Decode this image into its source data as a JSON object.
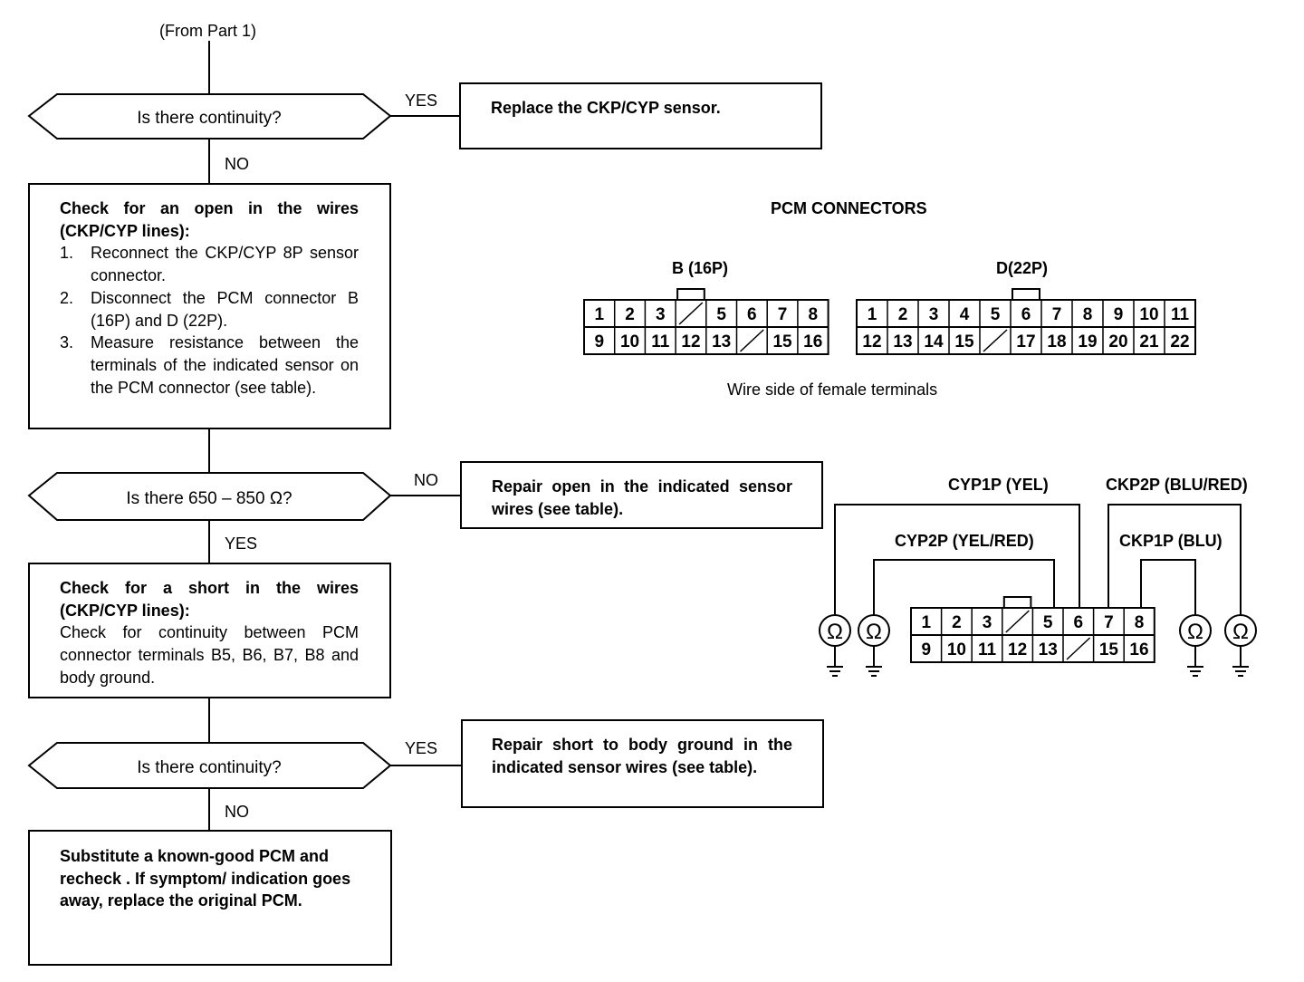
{
  "flow": {
    "from": "(From Part 1)",
    "q1": "Is there continuity?",
    "q1_yes": "YES",
    "q1_no": "NO",
    "r1": "Replace the CKP/CYP sensor.",
    "step1_title": "Check for an open in the wires (CKP/CYP lines):",
    "step1_items": [
      {
        "num": "1.",
        "text": "Reconnect the CKP/CYP 8P sensor connector."
      },
      {
        "num": "2.",
        "text": "Disconnect the PCM connector B (16P) and D (22P)."
      },
      {
        "num": "3.",
        "text": "Measure resistance between the terminals of the indicated sensor on the PCM connector (see table)."
      }
    ],
    "q2": "Is there 650 – 850 Ω?",
    "q2_no": "NO",
    "q2_yes": "YES",
    "r2": "Repair open in the indicated sensor wires (see table).",
    "step2_title": "Check for a short in the wires (CKP/CYP lines):",
    "step2_body": "Check for continuity between PCM connector terminals B5, B6, B7, B8 and body ground.",
    "q3": "Is there continuity?",
    "q3_yes": "YES",
    "q3_no": "NO",
    "r3": "Repair short to body ground in the indicated sensor wires (see table).",
    "final": "Substitute a known-good PCM and recheck . If symptom/ indication goes away, replace the original PCM."
  },
  "pcm": {
    "title": "PCM CONNECTORS",
    "b_label": "B (16P)",
    "d_label": "D(22P)",
    "caption": "Wire side of female terminals",
    "b_top": [
      "1",
      "2",
      "3",
      "",
      "5",
      "6",
      "7",
      "8"
    ],
    "b_bottom": [
      "9",
      "10",
      "11",
      "12",
      "13",
      "",
      "15",
      "16"
    ],
    "d_top": [
      "1",
      "2",
      "3",
      "4",
      "5",
      "6",
      "7",
      "8",
      "9",
      "10",
      "11"
    ],
    "d_bottom": [
      "12",
      "13",
      "14",
      "15",
      "",
      "17",
      "18",
      "19",
      "20",
      "21",
      "22"
    ]
  },
  "wiring": {
    "cyp1p": "CYP1P (YEL)",
    "ckp2p": "CKP2P (BLU/RED)",
    "cyp2p": "CYP2P (YEL/RED)",
    "ckp1p": "CKP1P (BLU)",
    "ohm_symbol": "Ω",
    "top": [
      "1",
      "2",
      "3",
      "",
      "5",
      "6",
      "7",
      "8"
    ],
    "bottom": [
      "9",
      "10",
      "11",
      "12",
      "13",
      "",
      "15",
      "16"
    ]
  }
}
